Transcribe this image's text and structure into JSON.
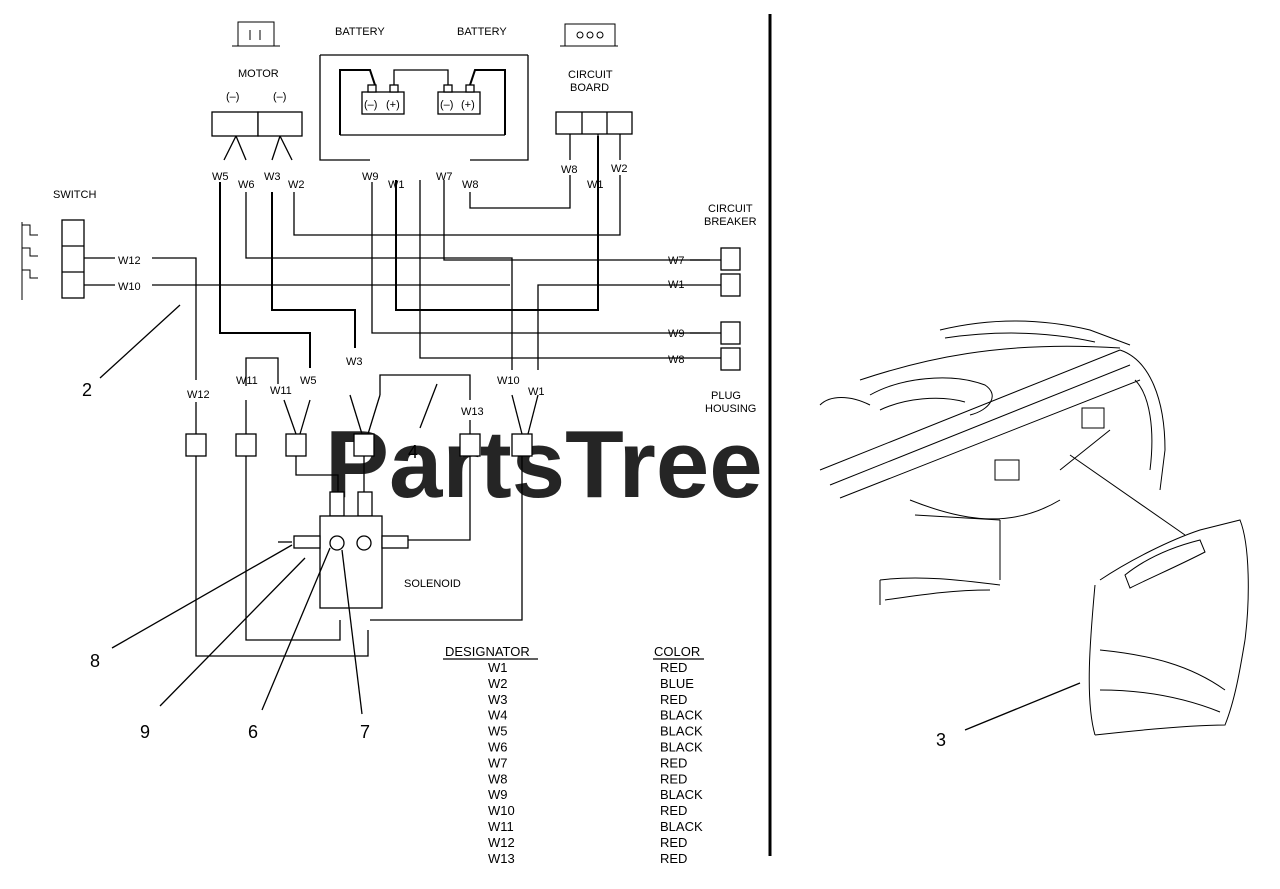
{
  "labels": {
    "battery_left": "BATTERY",
    "battery_right": "BATTERY",
    "motor": "MOTOR",
    "motor_neg_left": "(–)",
    "motor_neg_right": "(–)",
    "circuit_board_line1": "CIRCUIT",
    "circuit_board_line2": "BOARD",
    "switch": "SWITCH",
    "circuit_breaker_line1": "CIRCUIT",
    "circuit_breaker_line2": "BREAKER",
    "plug_housing_line1": "PLUG",
    "plug_housing_line2": "HOUSING",
    "solenoid": "SOLENOID",
    "bat_neg_1": "(–)",
    "bat_pos_1": "(+)",
    "bat_neg_2": "(–)",
    "bat_pos_2": "(+)"
  },
  "wire_labels": {
    "motor_w5": "W5",
    "motor_w6": "W6",
    "motor_w3": "W3",
    "motor_w2": "W2",
    "battery_w9": "W9",
    "battery_w1": "W1",
    "battery_w7": "W7",
    "battery_w8": "W8",
    "board_w8": "W8",
    "board_w1": "W1",
    "board_w2": "W2",
    "switch_w12": "W12",
    "switch_w10": "W10",
    "breaker_w7": "W7",
    "breaker_w1": "W1",
    "plug_w9": "W9",
    "plug_w8": "W8",
    "low_w3": "W3",
    "low_w12": "W12",
    "low_w11a": "W11",
    "low_w11b": "W11",
    "low_w5": "W5",
    "low_w13": "W13",
    "low_w10": "W10",
    "low_w1": "W1"
  },
  "callouts": [
    "2",
    "4",
    "8",
    "9",
    "6",
    "7",
    "3"
  ],
  "watermark": "PartsTree",
  "table": {
    "header_designator": "DESIGNATOR",
    "header_color": "COLOR",
    "rows": [
      {
        "designator": "W1",
        "color": "RED"
      },
      {
        "designator": "W2",
        "color": "BLUE"
      },
      {
        "designator": "W3",
        "color": "RED"
      },
      {
        "designator": "W4",
        "color": "BLACK"
      },
      {
        "designator": "W5",
        "color": "BLACK"
      },
      {
        "designator": "W6",
        "color": "BLACK"
      },
      {
        "designator": "W7",
        "color": "RED"
      },
      {
        "designator": "W8",
        "color": "RED"
      },
      {
        "designator": "W9",
        "color": "BLACK"
      },
      {
        "designator": "W10",
        "color": "RED"
      },
      {
        "designator": "W11",
        "color": "BLACK"
      },
      {
        "designator": "W12",
        "color": "RED"
      },
      {
        "designator": "W13",
        "color": "RED"
      }
    ]
  },
  "colors": {
    "ink": "#000000",
    "paper": "#ffffff",
    "watermark": "#c4c4c4"
  }
}
